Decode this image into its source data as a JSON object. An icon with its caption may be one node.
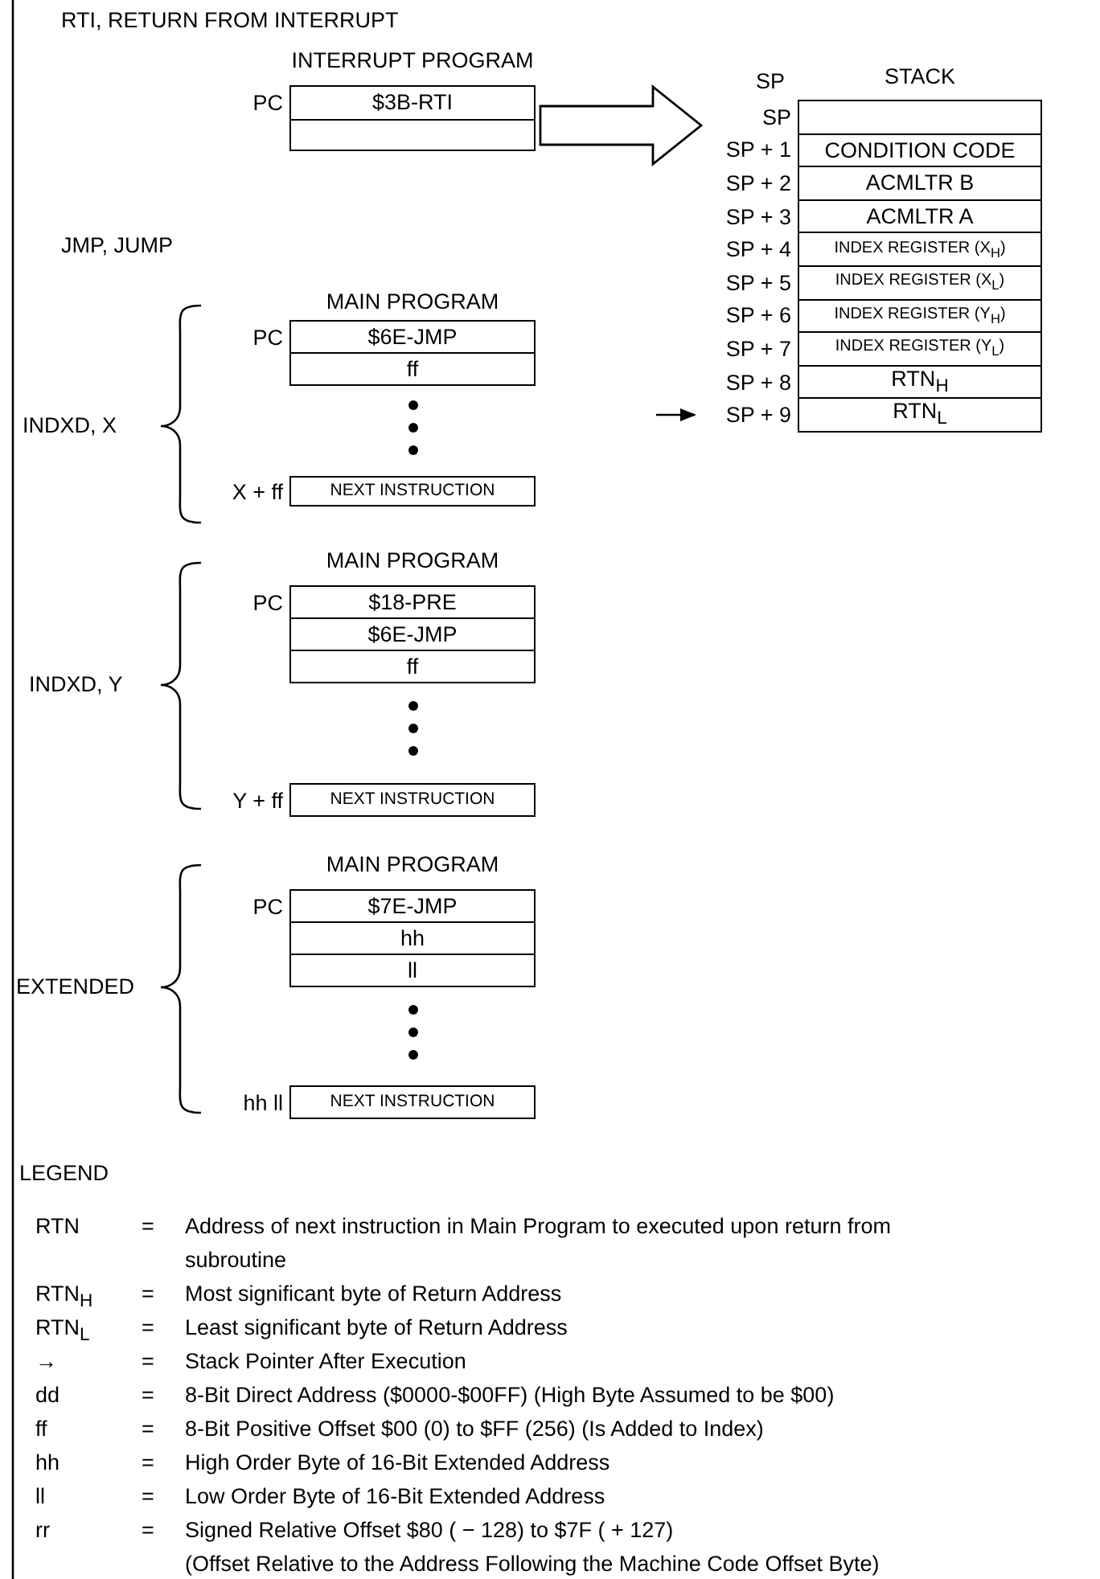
{
  "diagram": {
    "nodes": [
      {
        "text": [
          "INTERRUPT PROGRAM"
        ]
      },
      {
        "text": [
          "$3B-RTI"
        ],
        "in": 0,
        "beside": [
          "PC"
        ]
      },
      {
        "text": [],
        "shape": "box",
        "in": 0
      },
      {
        "text": [
          "STACK"
        ]
      },
      {
        "text": [],
        "shape": "box",
        "in": 3,
        "beside": [
          "SP"
        ]
      },
      {
        "text": [
          "CONDITION CODE"
        ],
        "in": 3,
        "beside": [
          "SP + 1"
        ]
      },
      {
        "text": [
          "ACMLTR B"
        ],
        "in": 3,
        "beside": [
          "SP + 2"
        ]
      },
      {
        "text": [
          "ACMLTR A"
        ],
        "in": 3,
        "beside": [
          "SP + 3"
        ]
      },
      {
        "text": [
          "INDEX REGISTER (X$_{H}$)"
        ],
        "in": 3,
        "beside": [
          "SP + 4"
        ]
      },
      {
        "text": [
          "INDEX REGISTER (X$_{L}$)"
        ],
        "in": 3,
        "beside": [
          "SP + 5"
        ]
      },
      {
        "text": [
          "INDEX REGISTER (Y$_{H}$)"
        ],
        "in": 3,
        "beside": [
          "SP + 6"
        ]
      },
      {
        "text": [
          "INDEX REGISTER (Y$_{L}$)"
        ],
        "in": 3,
        "beside": [
          "SP + 7"
        ]
      },
      {
        "text": [
          "RTN$_{H}$"
        ],
        "in": 3,
        "beside": [
          "SP + 8"
        ]
      },
      {
        "text": [
          "RTN$_{L}$"
        ],
        "in": 3,
        "beside": [
          "SP + 9"
        ]
      },
      {
        "text": [
          "MAIN PROGRAM"
        ]
      },
      {
        "text": [
          "$6E-JMP"
        ],
        "in": 14,
        "beside": [
          "PC"
        ]
      },
      {
        "text": [
          "ff"
        ],
        "in": 14
      },
      {
        "text": [
          "NEXT INSTRUCTION"
        ],
        "beside": [
          "X + ff"
        ]
      },
      {
        "text": [
          "MAIN PROGRAM"
        ]
      },
      {
        "text": [
          "$18-PRE"
        ],
        "in": 18,
        "beside": [
          "PC"
        ]
      },
      {
        "text": [
          "$6E-JMP"
        ],
        "in": 18
      },
      {
        "text": [
          "ff"
        ],
        "in": 18
      },
      {
        "text": [
          "NEXT INSTRUCTION"
        ],
        "beside": [
          "Y + ff"
        ]
      },
      {
        "text": [
          "MAIN PROGRAM"
        ]
      },
      {
        "text": [
          "$7E-JMP"
        ],
        "in": 23,
        "beside": [
          "PC"
        ]
      },
      {
        "text": [
          "hh"
        ],
        "in": 23
      },
      {
        "text": [
          "ll"
        ],
        "in": 23
      },
      {
        "text": [
          "NEXT INSTRUCTION"
        ],
        "beside": [
          "hh ll"
        ]
      }
    ],
    "edges": [
      {
        "from": 0,
        "to": 3,
        "arrow": "to",
        "style": "thick"
      },
      {
        "from": null,
        "to": 13,
        "arrow": "to"
      }
    ],
    "labels": [
      "RTI, RETURN FROM INTERRUPT",
      "SP",
      "JMP, JUMP",
      "INDXD, X",
      "INDXD, Y",
      "EXTENDED",
      "LEGEND",
      "RTN",
      "=",
      "Address of next instruction in Main Program to executed upon return from subroutine",
      "RTN$_{H}$",
      "=",
      "Most significant byte of Return Address",
      "RTN$_{L}$",
      "=",
      "Least significant byte of Return Address",
      "→",
      "=",
      "Stack Pointer After Execution",
      "dd",
      "=",
      "8-Bit Direct Address ($0000-$00FF) (High Byte Assumed to be $00)",
      "ff",
      "=",
      "8-Bit Positive Offset $00 (0) to $FF (256) (Is Added to Index)",
      "hh",
      "=",
      "High Order Byte of 16-Bit Extended Address",
      "ll",
      "=",
      "Low Order Byte of 16-Bit Extended Address",
      "rr",
      "=",
      "Signed Relative Offset $80 ( − 128) to $7F ( + 127)",
      "(Offset Relative to the Address Following the Machine Code Offset Byte)"
    ]
  }
}
